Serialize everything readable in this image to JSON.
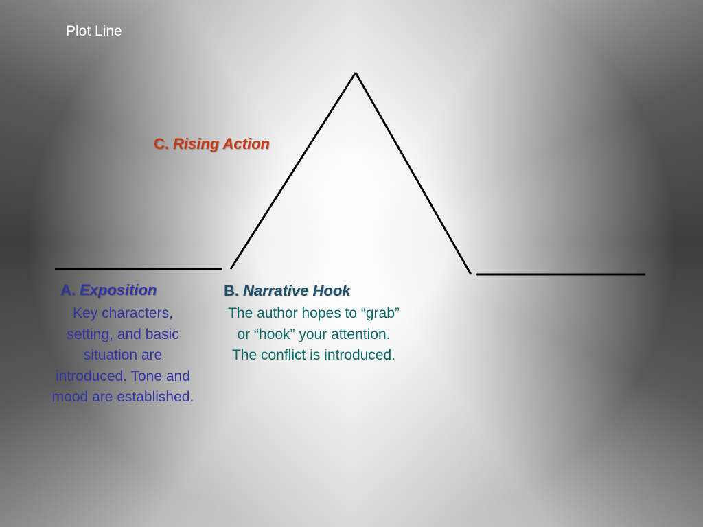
{
  "slide": {
    "title": "Plot Line"
  },
  "labels": {
    "rising_action": {
      "letter": "C.",
      "name": "Rising Action"
    },
    "exposition": {
      "letter": "A.",
      "name": "Exposition"
    },
    "narrative_hook": {
      "letter": "B.",
      "name": "Narrative Hook"
    }
  },
  "descriptions": {
    "exposition": "Key characters, setting, and basic situation are introduced.  Tone and mood are established.",
    "narrative_hook": "The author hopes to “grab” or “hook” your attention.  The conflict is introduced."
  },
  "colors": {
    "rising_action": "#c33b16",
    "exposition": "#3333a0",
    "narrative_hook_label": "#1f4f68",
    "narrative_hook_text": "#0d6b67",
    "line": "#000000"
  }
}
